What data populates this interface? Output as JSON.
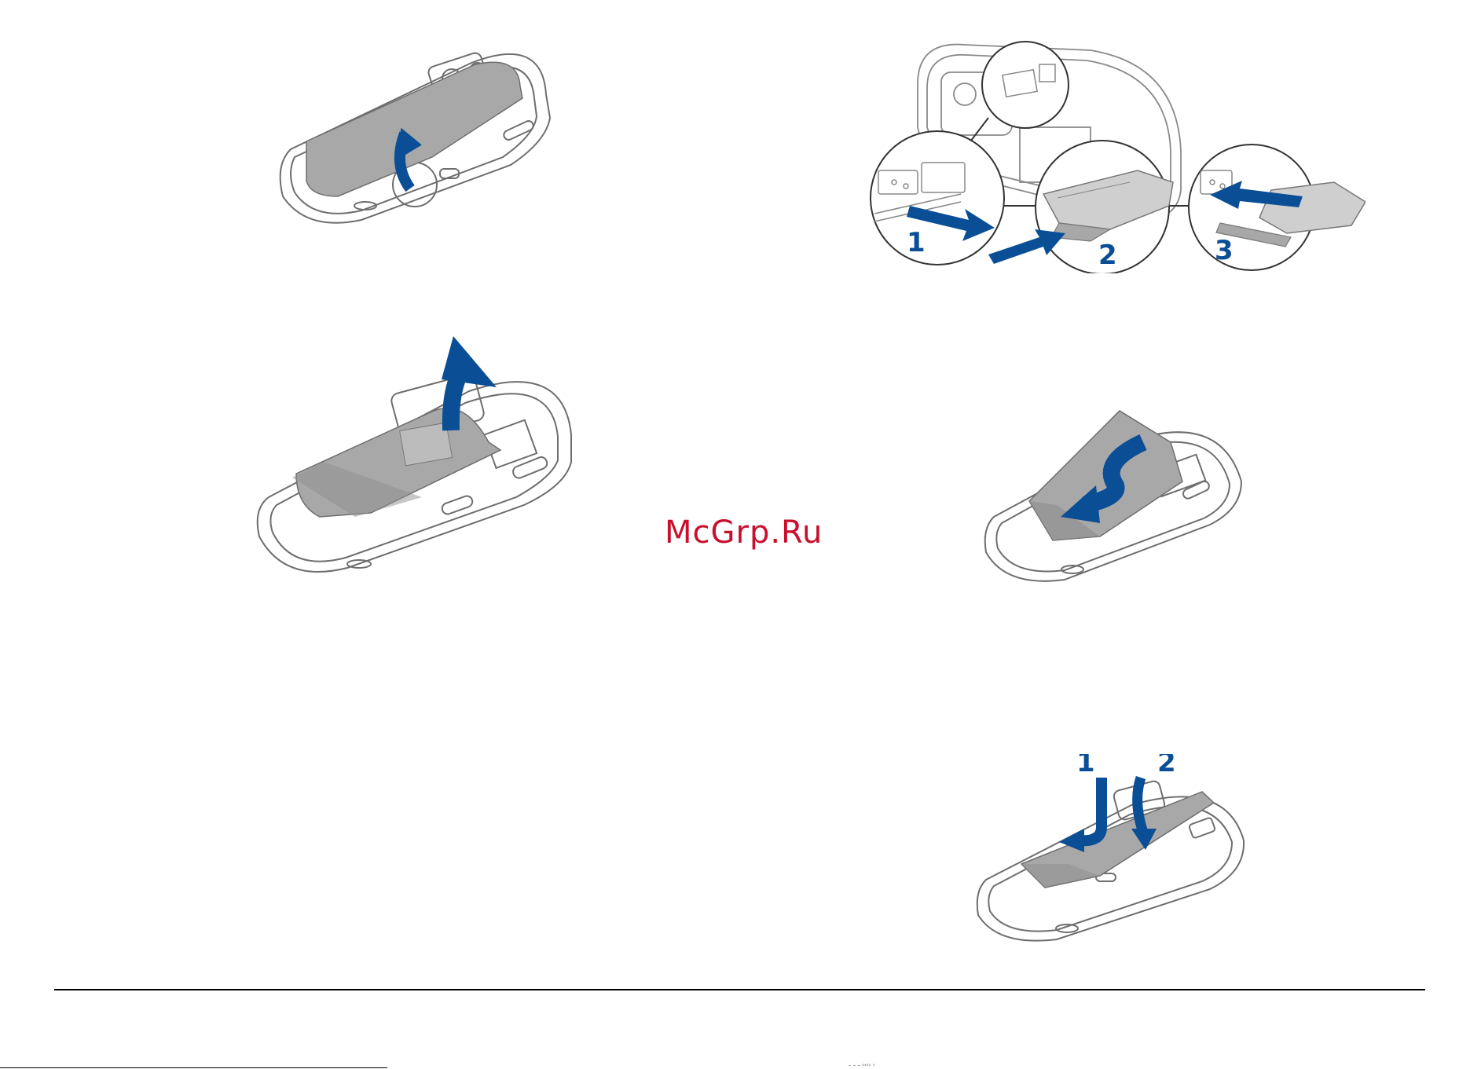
{
  "watermark": {
    "text": "McGrp.Ru",
    "color": "#c8102e"
  },
  "colors": {
    "accent": "#0a4f96",
    "battery_fill": "#a8a8a8",
    "outline": "#6e6e6e"
  },
  "sim_insertion": {
    "steps": [
      "1",
      "2",
      "3"
    ]
  },
  "cover_replace": {
    "steps": [
      "1",
      "2"
    ]
  },
  "footer": {
    "mark": "– – – ‹‹‹› ›"
  }
}
